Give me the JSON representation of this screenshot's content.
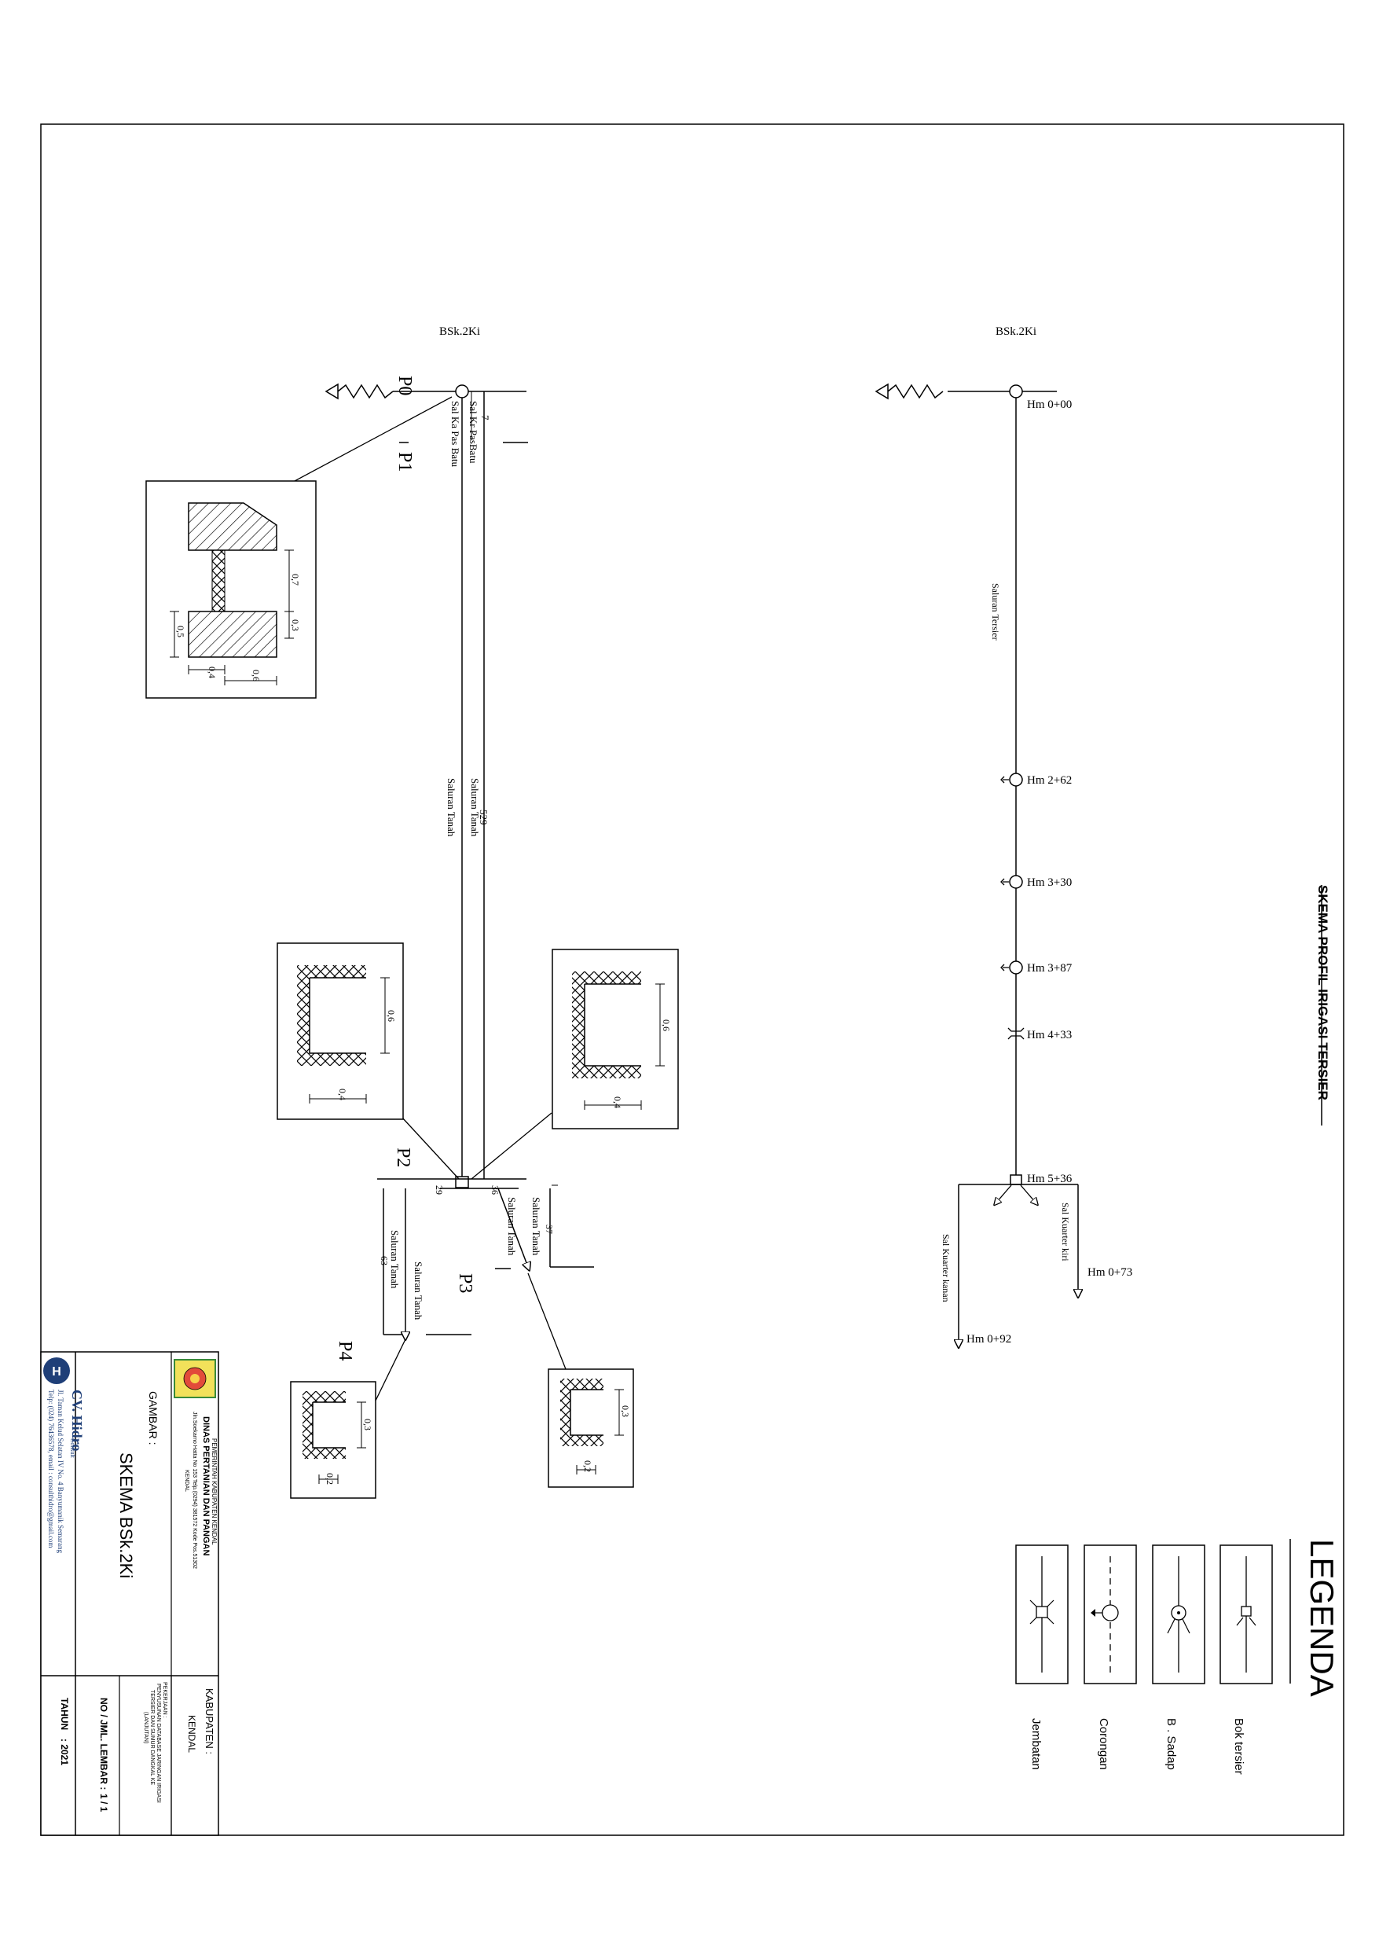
{
  "schematic": {
    "left_title": "BSk.2Ki",
    "right_title": "BSk.2Ki",
    "points": [
      "P0",
      "P1",
      "P2",
      "P3",
      "P4"
    ],
    "channel_labels": {
      "sal_kr_pasbatu": "Sal Kr PasBatu",
      "sal_ka_pas_batu": "Sal Ka Pas Batu",
      "saluran_tanah_1": "Saluran Tanah",
      "saluran_tanah_2": "Saluran Tanah",
      "saluran_tanah_3": "Saluran Tanah",
      "saluran_tanah_4": "Saluran Tanah",
      "saluran_tanah_5": "Saluran Tanah",
      "saluran_tanah_6": "Saluran Tanah"
    },
    "lengths": {
      "l7": "7",
      "l529": "529",
      "l29": "29",
      "l36": "36",
      "l37": "37",
      "l63": "63"
    },
    "section_dims": {
      "s1_07": "0,7",
      "s1_03": "0,3",
      "s1_05": "0,5",
      "s1_04": "0,4",
      "s1_06": "0,6",
      "s2_06": "0,6",
      "s2_04": "0,4",
      "s3_06": "0,6",
      "s3_04": "0,4",
      "s4_03": "0,3",
      "s4_02": "0,2",
      "s5_03": "0,3",
      "s5_02": "0,2"
    }
  },
  "profile": {
    "stations": [
      "Hm 0+00",
      "Hm 2+62",
      "Hm 3+30",
      "Hm 3+87",
      "Hm 4+33",
      "Hm 5+36",
      "Hm 0+73",
      "Hm 0+92"
    ],
    "saluran_tersier": "Saluran Tersier",
    "sal_kuarter_kiri": "Sal Kuarter kiri",
    "sal_kuarter_kanan": "Sal Kuarter kanan"
  },
  "side_title": "SKEMA PROFIL IRIGASI TERSIER",
  "legend": {
    "title": "LEGENDA",
    "items": [
      "Bok tersier",
      "B . Sadap",
      "Corongan",
      "Jembatan"
    ]
  },
  "title_block": {
    "agency_top": "PEMERINTAH KABUPATEN KENDAL",
    "agency_name": "DINAS PERTANIAN DAN PANGAN",
    "agency_address": "Jln.Soekarno Hatta No 153 Telp.(0294) 381572 Kode Pos.51302",
    "agency_city": "KENDAL",
    "gambar_label": "GAMBAR :",
    "gambar_value": "SKEMA BSk.2Ki",
    "company_name": "CV. Hidro",
    "company_sub": "Consult",
    "company_address": "Jl. Taman Kelud Selatan IV No. 4 Banyumanik Semarang",
    "company_contact": "Telp: (024) 76436578, email : consulthidro@gmail.com",
    "kabupaten_label": "KABUPATEN :",
    "kabupaten_value": "KENDAL",
    "pekerjaan_label": "PEKERJAAN :",
    "pekerjaan_line1": "PENYUSUNAN DATABASE JARINGAN IRIGASI",
    "pekerjaan_line2": "TERSIER DAN SUMUR DANGKAL KE",
    "pekerjaan_line3": "(LANJUTAN)",
    "nojml_label": "NO / JML. LEMBAR :",
    "nojml_value": "1 / 1",
    "tahun_label": "TAHUN",
    "tahun_value": ": 2021"
  }
}
